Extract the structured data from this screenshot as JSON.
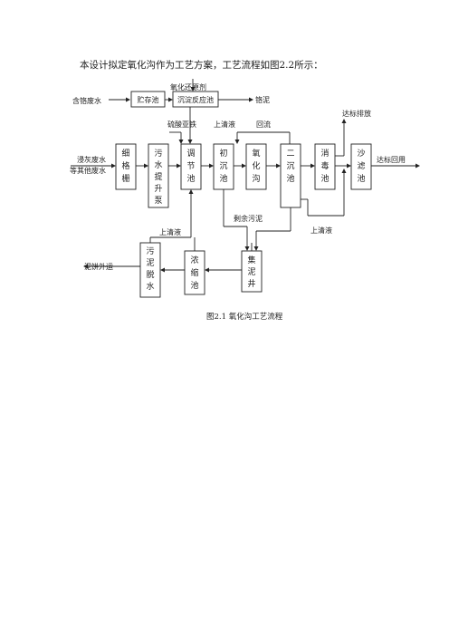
{
  "intro": "本设计拟定氧化沟作为工艺方案，工艺流程如图2.2所示：",
  "caption": "图2.1    氧化沟工艺流程",
  "nodes": {
    "storage": "贮存池",
    "reaction": "沉淀反应池",
    "screen": "细格栅",
    "pump": "污水提升泵",
    "adjust": "调节池",
    "primary": "初沉池",
    "oxidation": "氧化沟",
    "secondary": "二沉池",
    "disinfect": "消毒池",
    "sand_filter": "沙滤池",
    "dewater": "污泥脱水",
    "thicken": "浓缩池",
    "collect": "集泥井"
  },
  "labels": {
    "chrome_wastewater": "含铬废水",
    "oxidant": "氧化还原剂",
    "chrome_sludge": "铬泥",
    "ferrous_sulfate": "硫酸亚铁",
    "supernatant_top": "上清液",
    "reflux": "回流",
    "discharge": "达标排放",
    "lime_wastewater_1": "浸灰废水",
    "lime_wastewater_2": "等其他废水",
    "reuse": "达标回用",
    "excess_sludge": "剩余污泥",
    "supernatant_left": "上清液",
    "supernatant_right": "上清液",
    "sludge_out": "泥饼外运"
  }
}
